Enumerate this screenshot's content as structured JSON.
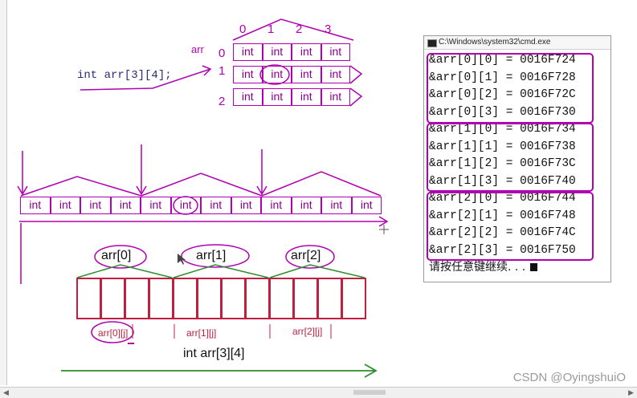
{
  "decl": "int arr[3][4];",
  "arr_label": "arr",
  "col_indices": [
    "0",
    "1",
    "2",
    "3"
  ],
  "row_indices": [
    "0",
    "1",
    "2"
  ],
  "cell_text": "int",
  "flat_cell_count": 12,
  "cmd": {
    "title": "C:\\Windows\\system32\\cmd.exe",
    "lines": [
      "&arr[0][0] = 0016F724",
      "&arr[0][1] = 0016F728",
      "&arr[0][2] = 0016F72C",
      "&arr[0][3] = 0016F730",
      "&arr[1][0] = 0016F734",
      "&arr[1][1] = 0016F738",
      "&arr[1][2] = 0016F73C",
      "&arr[1][3] = 0016F740",
      "&arr[2][0] = 0016F744",
      "&arr[2][1] = 0016F748",
      "&arr[2][2] = 0016F74C",
      "&arr[2][3] = 0016F750"
    ],
    "prompt": "请按任意键继续. . ."
  },
  "rows_top": [
    "arr[0]",
    "arr[1]",
    "arr[2]"
  ],
  "rows_bottom": [
    "arr[0][j]",
    "arr[1][j]",
    "arr[2][j]"
  ],
  "bottom_decl": "int arr[3][4]",
  "watermark": "CSDN @OyingshuiO",
  "colors": {
    "magenta": "#b000b0",
    "crimson": "#c02040",
    "green": "#2e8b2e"
  }
}
